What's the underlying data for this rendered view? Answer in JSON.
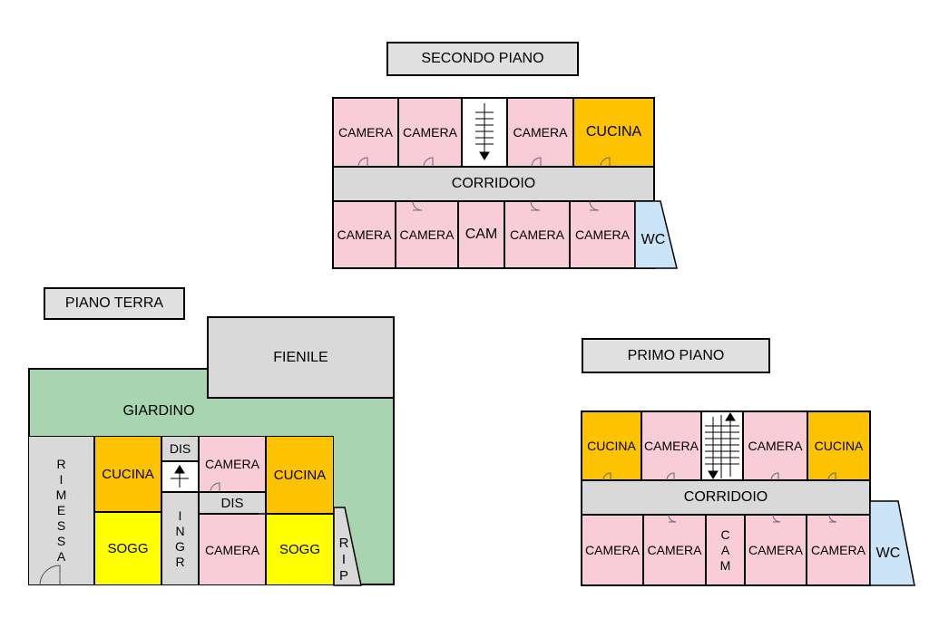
{
  "plans": {
    "secondo": {
      "title": "SECONDO PIANO",
      "top_rooms": [
        "CAMERA",
        "CAMERA",
        "CAMERA",
        "CUCINA"
      ],
      "corridor": "CORRIDOIO",
      "bottom_rooms": [
        "CAMERA",
        "CAMERA",
        "CAM",
        "CAMERA",
        "CAMERA"
      ],
      "wc": "WC"
    },
    "primo": {
      "title": "PRIMO PIANO",
      "top_rooms": [
        "CUCINA",
        "CAMERA",
        "CAMERA",
        "CUCINA"
      ],
      "corridor": "CORRIDOIO",
      "bottom_rooms": [
        "CAMERA",
        "CAMERA",
        "CAM",
        "CAMERA",
        "CAMERA"
      ],
      "wc": "WC"
    },
    "terra": {
      "title": "PIANO TERRA",
      "fienile": "FIENILE",
      "giardino": "GIARDINO",
      "rimessa": "RIMESSA",
      "cucina_left": "CUCINA",
      "sogg_left": "SOGG",
      "dis_top": "DIS",
      "ingr": "INGR",
      "camera_top": "CAMERA",
      "dis_mid": "DIS",
      "camera_bottom": "CAMERA",
      "cucina_right": "CUCINA",
      "sogg_right": "SOGG",
      "rip": "RIP"
    }
  },
  "colors": {
    "camera": "#f9cdd8",
    "cucina": "#fdc300",
    "soggiorno": "#fefe00",
    "service": "#d9d9d9",
    "giardino": "#a8d5b0",
    "wc": "#cce4f7"
  }
}
